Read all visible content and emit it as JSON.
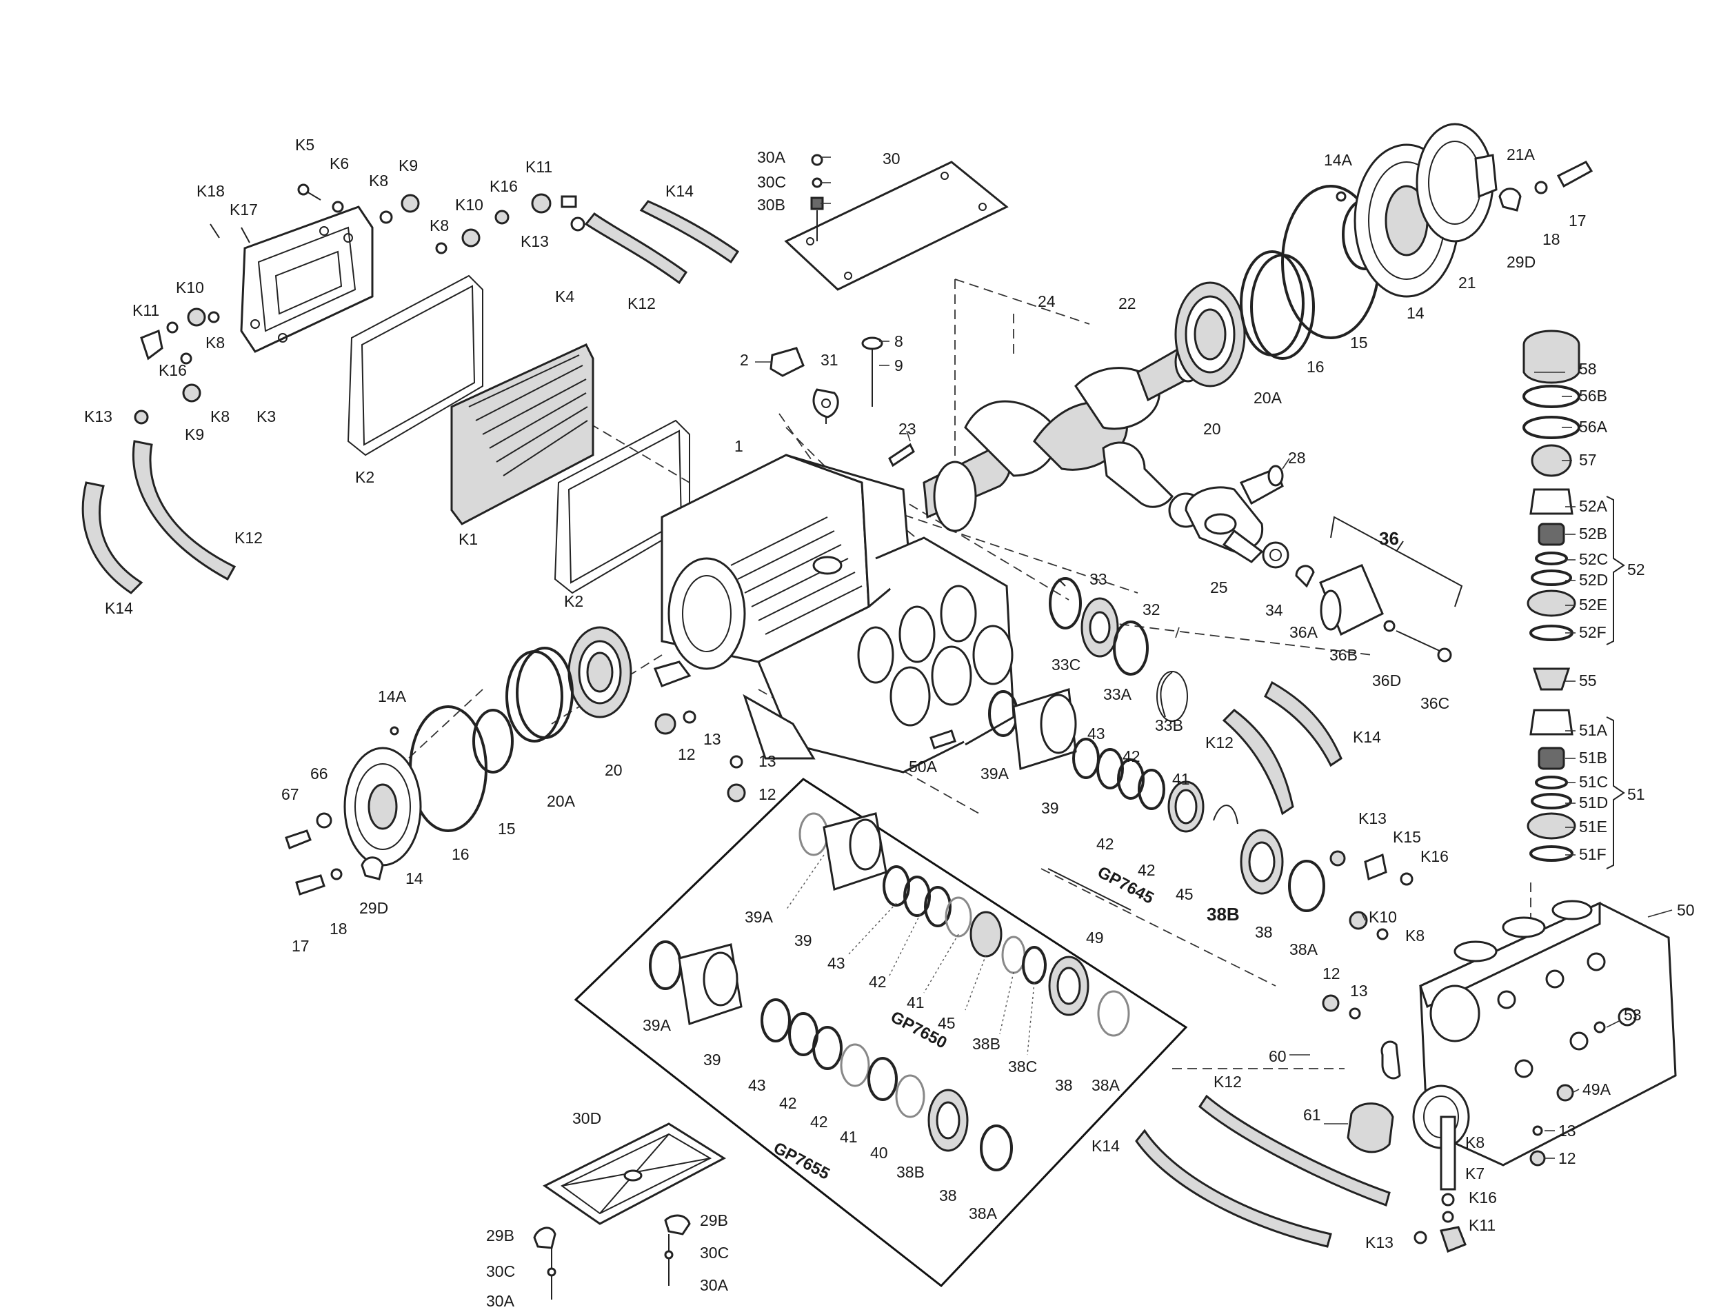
{
  "labels": {
    "k5": "K5",
    "k6": "K6",
    "k8": "K8",
    "k9": "K9",
    "k18": "K18",
    "k17": "K17",
    "k11": "K11",
    "k10": "K10",
    "k16": "K16",
    "k13": "K13",
    "k3": "K3",
    "k14": "K14",
    "k12": "K12",
    "k4": "K4",
    "k2": "K2",
    "k1": "K1",
    "k7": "K7",
    "k15": "K15",
    "p1": "1",
    "p2": "2",
    "p8": "8",
    "p9": "9",
    "p12": "12",
    "p13": "13",
    "p14": "14",
    "p14a": "14A",
    "p15": "15",
    "p16": "16",
    "p17": "17",
    "p18": "18",
    "p20": "20",
    "p20a": "20A",
    "p21": "21",
    "p21a": "21A",
    "p22": "22",
    "p23": "23",
    "p24": "24",
    "p25": "25",
    "p28": "28",
    "p29b": "29B",
    "p29d": "29D",
    "p30": "30",
    "p30a": "30A",
    "p30b": "30B",
    "p30c": "30C",
    "p30d": "30D",
    "p31": "31",
    "p32": "32",
    "p33": "33",
    "p33a": "33A",
    "p33b": "33B",
    "p33c": "33C",
    "p34": "34",
    "p36": "36",
    "p36a": "36A",
    "p36b": "36B",
    "p36c": "36C",
    "p36d": "36D",
    "p38": "38",
    "p38a": "38A",
    "p38b": "38B",
    "p38c": "38C",
    "p39": "39",
    "p39a": "39A",
    "p40": "40",
    "p41": "41",
    "p42": "42",
    "p43": "43",
    "p45": "45",
    "p49": "49",
    "p49a": "49A",
    "p50": "50",
    "p50a": "50A",
    "p51": "51",
    "p51a": "51A",
    "p51b": "51B",
    "p51c": "51C",
    "p51d": "51D",
    "p51e": "51E",
    "p51f": "51F",
    "p52": "52",
    "p52a": "52A",
    "p52b": "52B",
    "p52c": "52C",
    "p52d": "52D",
    "p52e": "52E",
    "p52f": "52F",
    "p53": "53",
    "p55": "55",
    "p56a": "56A",
    "p56b": "56B",
    "p57": "57",
    "p58": "58",
    "p60": "60",
    "p61": "61",
    "p66": "66",
    "p67": "67"
  },
  "models": {
    "gp7645": "GP7645",
    "gp7650": "GP7650",
    "gp7655": "GP7655"
  }
}
